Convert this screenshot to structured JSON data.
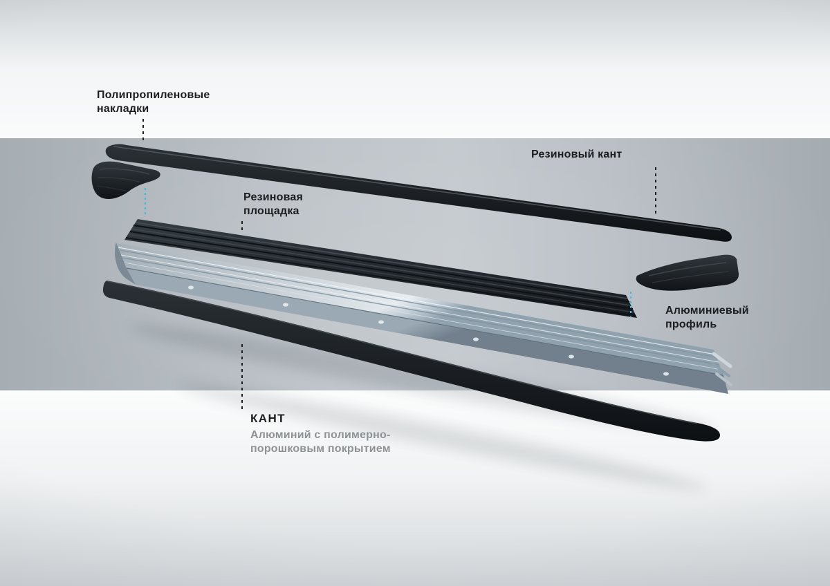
{
  "labels": {
    "pp_pads": {
      "line1": "Полипропиленовые",
      "line2": "накладки"
    },
    "rubber_edge": {
      "text": "Резиновый кант"
    },
    "rubber_pad": {
      "line1": "Резиновая",
      "line2": "площадка"
    },
    "alu_profile": {
      "line1": "Алюминиевый",
      "line2": "профиль"
    },
    "kant": {
      "title": "КАНТ",
      "sub1": "Алюминий с полимерно-",
      "sub2": "порошковым покрытием"
    }
  },
  "colors": {
    "leader_dark": "#1c1e20",
    "leader_cyan": "#38bedb",
    "band": "#b9bfc5",
    "part_dark": "#15191d",
    "aluminum_light": "#dfe7ec"
  }
}
